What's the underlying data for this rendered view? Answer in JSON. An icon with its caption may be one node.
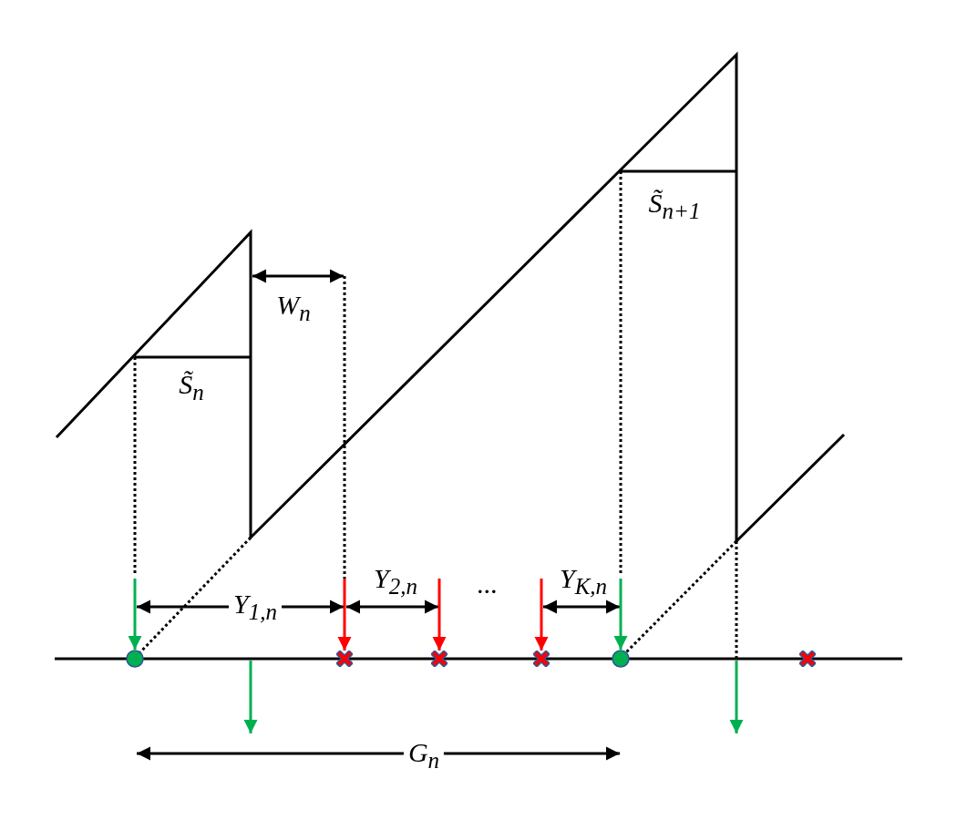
{
  "diagram": {
    "nodes": [
      {
        "text": [],
        "shape": "circle"
      },
      {
        "text": [],
        "shape": "cross"
      },
      {
        "text": [],
        "shape": "cross"
      },
      {
        "text": [],
        "shape": "cross"
      },
      {
        "text": [],
        "shape": "circle"
      },
      {
        "text": [],
        "shape": "cross"
      }
    ],
    "edges": [
      {
        "from": null,
        "to": 0,
        "arrow": "to",
        "color": "#00b050"
      },
      {
        "from": null,
        "to": 1,
        "arrow": "to",
        "color": "#ff0000"
      },
      {
        "from": null,
        "to": 2,
        "arrow": "to",
        "color": "#ff0000"
      },
      {
        "from": null,
        "to": 3,
        "arrow": "to",
        "color": "#ff0000"
      },
      {
        "from": null,
        "to": 4,
        "arrow": "to",
        "color": "#00b050"
      }
    ],
    "labels": [
      "S̃$_{n+1}$",
      "W$_{n}$",
      "S̃$_{n}$",
      "Y$_{1,n}$",
      "Y$_{2,n}$",
      "...",
      "Y$_{K,n}$",
      "G$_{n}$"
    ]
  }
}
